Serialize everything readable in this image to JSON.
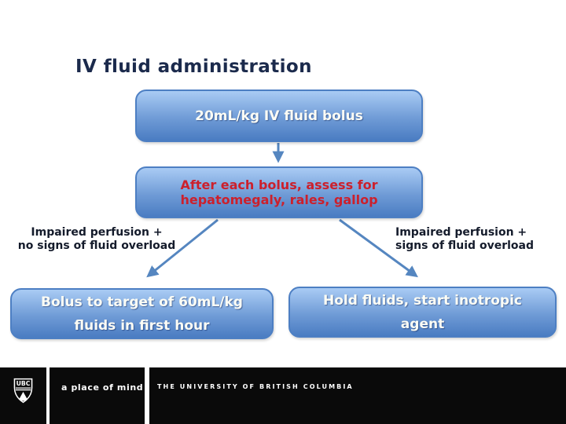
{
  "colors": {
    "slide_bg": "#ffffff",
    "title_text": "#1b2a4c",
    "box_gradient_top": "#a9cbf4",
    "box_gradient_mid": "#6f9bd6",
    "box_gradient_bottom": "#4a7cc2",
    "box_border": "#4d7fc3",
    "box_text_white": "#fdfdf5",
    "box_text_red": "#cc202c",
    "label_text": "#141b2b",
    "arrow": "#5586c0",
    "footer_bg": "#0a0a0a",
    "footer_text": "#ffffff"
  },
  "slide": {
    "title": "IV fluid administration",
    "flowchart": {
      "box1_text": "20mL/kg IV fluid bolus",
      "box2_line1": "After each bolus, assess for",
      "box2_line2": "hepatomegaly, rales, gallop",
      "left_label_line1": "Impaired perfusion +",
      "left_label_line2": "no signs of fluid overload",
      "right_label_line1": "Impaired perfusion +",
      "right_label_line2": "signs of fluid overload",
      "box3_line1": "Bolus to target of 60mL/kg",
      "box3_line2": "fluids in first hour",
      "box4_line1": "Hold fluids, start inotropic",
      "box4_line2": "agent"
    },
    "footer": {
      "logo_text": "UBC",
      "tagline": "a place of mind",
      "university_name": "THE UNIVERSITY OF BRITISH COLUMBIA"
    }
  }
}
